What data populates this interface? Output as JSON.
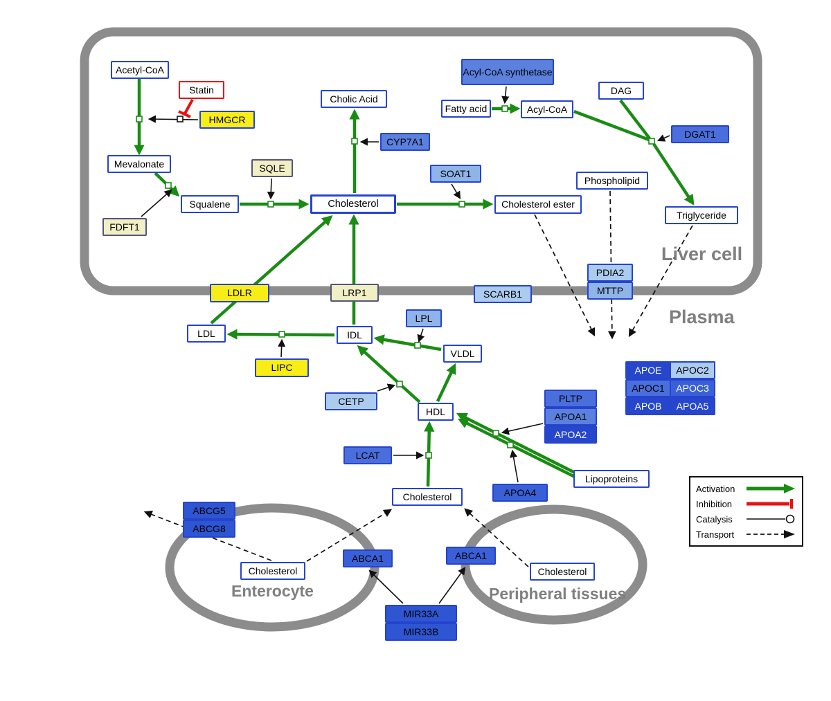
{
  "compartments": {
    "liver": "Liver cell",
    "plasma": "Plasma",
    "enterocyte": "Enterocyte",
    "peripheral": "Peripheral tissues"
  },
  "nodes": {
    "acetyl_coa": "Acetyl-CoA",
    "statin": "Statin",
    "hmgcr": "HMGCR",
    "mevalonate": "Mevalonate",
    "sqle": "SQLE",
    "fdft1": "FDFT1",
    "squalene": "Squalene",
    "cholesterol_liver": "Cholesterol",
    "cholic_acid": "Cholic Acid",
    "cyp7a1": "CYP7A1",
    "soat1": "SOAT1",
    "acyl_coa_synthetase": "Acyl-CoA synthetase",
    "fatty_acid": "Fatty acid",
    "acyl_coa": "Acyl-CoA",
    "dag": "DAG",
    "dgat1": "DGAT1",
    "phospholipid": "Phospholipid",
    "cholesterol_ester": "Cholesterol ester",
    "triglyceride": "Triglyceride",
    "ldlr": "LDLR",
    "lrp1": "LRP1",
    "scarb1": "SCARB1",
    "pdia2": "PDIA2",
    "mttp": "MTTP",
    "ldl": "LDL",
    "idl": "IDL",
    "lpl": "LPL",
    "vldl": "VLDL",
    "lipc": "LIPC",
    "cetp": "CETP",
    "hdl": "HDL",
    "pltp": "PLTP",
    "apoa1": "APOA1",
    "apoa2": "APOA2",
    "apoe": "APOE",
    "apoc2": "APOC2",
    "apoc1": "APOC1",
    "apoc3": "APOC3",
    "apob": "APOB",
    "apoa5": "APOA5",
    "lcat": "LCAT",
    "apoa4": "APOA4",
    "lipoproteins": "Lipoproteins",
    "cholesterol_plasma": "Cholesterol",
    "abcg5": "ABCG5",
    "abcg8": "ABCG8",
    "cholesterol_enterocyte": "Cholesterol",
    "abca1_enterocyte": "ABCA1",
    "abca1_peripheral": "ABCA1",
    "cholesterol_peripheral": "Cholesterol",
    "mir33a": "MIR33A",
    "mir33b": "MIR33B"
  },
  "legend": {
    "activation": "Activation",
    "inhibition": "Inhibition",
    "catalysis": "Catalysis",
    "transport": "Transport"
  },
  "colors": {
    "activation_green": "#1A8C14",
    "inhibition_red": "#E81010",
    "membrane_gray": "#8C8C8C",
    "node_border_blue": "#2643CE",
    "highlight_yellow": "#F9ED16",
    "pale_yellow": "#F1EFC4",
    "dark_blue": "#2647CC",
    "light_blue": "#ABCBEF"
  }
}
